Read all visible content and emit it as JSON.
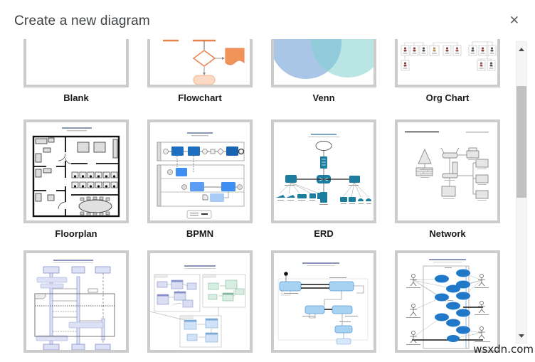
{
  "dialog": {
    "title": "Create a new diagram",
    "close_glyph": "✕"
  },
  "grid": {
    "items": [
      {
        "label": "Blank",
        "icon": "blank-template-icon"
      },
      {
        "label": "Flowchart",
        "icon": "flowchart-template-icon"
      },
      {
        "label": "Venn",
        "icon": "venn-template-icon"
      },
      {
        "label": "Org Chart",
        "icon": "org-chart-template-icon"
      },
      {
        "label": "Floorplan",
        "icon": "floorplan-template-icon"
      },
      {
        "label": "BPMN",
        "icon": "bpmn-template-icon"
      },
      {
        "label": "ERD",
        "icon": "erd-template-icon"
      },
      {
        "label": "Network",
        "icon": "network-template-icon"
      },
      {
        "icon": "uml-sequence-template-icon"
      },
      {
        "icon": "uml-class-template-icon"
      },
      {
        "icon": "uml-state-template-icon"
      },
      {
        "icon": "uml-use-case-template-icon"
      }
    ]
  },
  "scrollbar": {
    "orientation": "vertical",
    "thumb_color": "#c1c1c1",
    "track_color": "#f5f5f5"
  },
  "watermark": {
    "text": "wsxdn.com"
  },
  "colors": {
    "title_text": "#3c4043",
    "card_border": "#cccccc",
    "label_text": "#1a1a1a",
    "flowchart_orange": "#e8824c",
    "venn_blue": "#a9c6e6",
    "venn_teal": "#7fd2cf",
    "bpmn_blue_dark": "#1f6fc0",
    "bpmn_blue_mid": "#3d8ef0",
    "bpmn_blue_light": "#a9ccf7",
    "erd_teal": "#1c7d9e",
    "uml_lavender": "#dde1f5",
    "uml_state_blue": "#a8d2f2",
    "usecase_blue": "#1f78c8"
  }
}
